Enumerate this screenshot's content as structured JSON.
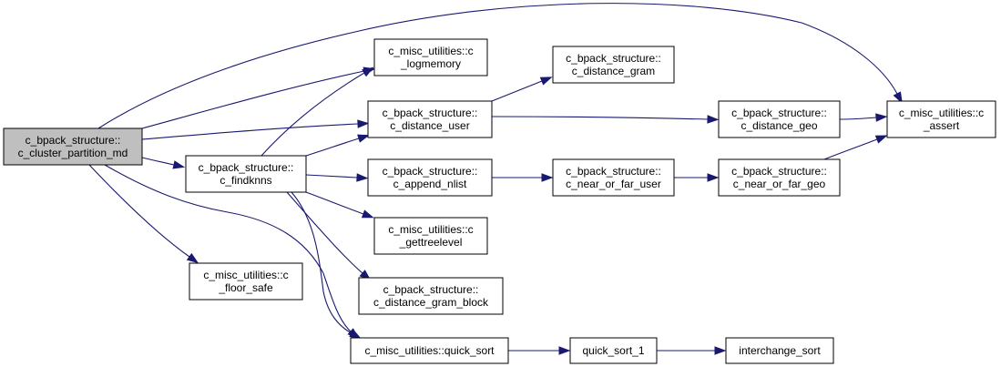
{
  "graph": {
    "nodes": {
      "cluster_partition_md": {
        "lines": [
          "c_bpack_structure::",
          "c_cluster_partition_md"
        ],
        "highlight": true
      },
      "logmemory": {
        "lines": [
          "c_misc_utilities::c",
          "_logmemory"
        ]
      },
      "distance_user": {
        "lines": [
          "c_bpack_structure::",
          "c_distance_user"
        ]
      },
      "findknns": {
        "lines": [
          "c_bpack_structure::",
          "c_findknns"
        ]
      },
      "append_nlist": {
        "lines": [
          "c_bpack_structure::",
          "c_append_nlist"
        ]
      },
      "gettreelevel": {
        "lines": [
          "c_misc_utilities::c",
          "_gettreelevel"
        ]
      },
      "floor_safe": {
        "lines": [
          "c_misc_utilities::c",
          "_floor_safe"
        ]
      },
      "distance_gram_block": {
        "lines": [
          "c_bpack_structure::",
          "c_distance_gram_block"
        ]
      },
      "quick_sort": {
        "lines": [
          "c_misc_utilities::quick_sort"
        ]
      },
      "distance_gram": {
        "lines": [
          "c_bpack_structure::",
          "c_distance_gram"
        ]
      },
      "near_or_far_user": {
        "lines": [
          "c_bpack_structure::",
          "c_near_or_far_user"
        ]
      },
      "quick_sort_1": {
        "lines": [
          "quick_sort_1"
        ]
      },
      "distance_geo": {
        "lines": [
          "c_bpack_structure::",
          "c_distance_geo"
        ]
      },
      "near_or_far_geo": {
        "lines": [
          "c_bpack_structure::",
          "c_near_or_far_geo"
        ]
      },
      "interchange_sort": {
        "lines": [
          "interchange_sort"
        ]
      },
      "assert": {
        "lines": [
          "c_misc_utilities::c",
          "_assert"
        ]
      }
    },
    "edges": [
      [
        "cluster_partition_md",
        "assert"
      ],
      [
        "cluster_partition_md",
        "logmemory"
      ],
      [
        "cluster_partition_md",
        "distance_user"
      ],
      [
        "cluster_partition_md",
        "findknns"
      ],
      [
        "cluster_partition_md",
        "floor_safe"
      ],
      [
        "cluster_partition_md",
        "quick_sort"
      ],
      [
        "findknns",
        "logmemory"
      ],
      [
        "findknns",
        "distance_user"
      ],
      [
        "findknns",
        "append_nlist"
      ],
      [
        "findknns",
        "gettreelevel"
      ],
      [
        "findknns",
        "distance_gram_block"
      ],
      [
        "findknns",
        "quick_sort"
      ],
      [
        "distance_user",
        "distance_gram"
      ],
      [
        "distance_user",
        "distance_geo"
      ],
      [
        "append_nlist",
        "near_or_far_user"
      ],
      [
        "near_or_far_user",
        "near_or_far_geo"
      ],
      [
        "near_or_far_geo",
        "assert"
      ],
      [
        "distance_geo",
        "assert"
      ],
      [
        "quick_sort",
        "quick_sort_1"
      ],
      [
        "quick_sort_1",
        "interchange_sort"
      ]
    ]
  },
  "colors": {
    "edge": "#191970",
    "node_fill": "#ffffff",
    "node_highlight_fill": "#bfbfbf",
    "node_border": "#000000",
    "text": "#000000"
  }
}
